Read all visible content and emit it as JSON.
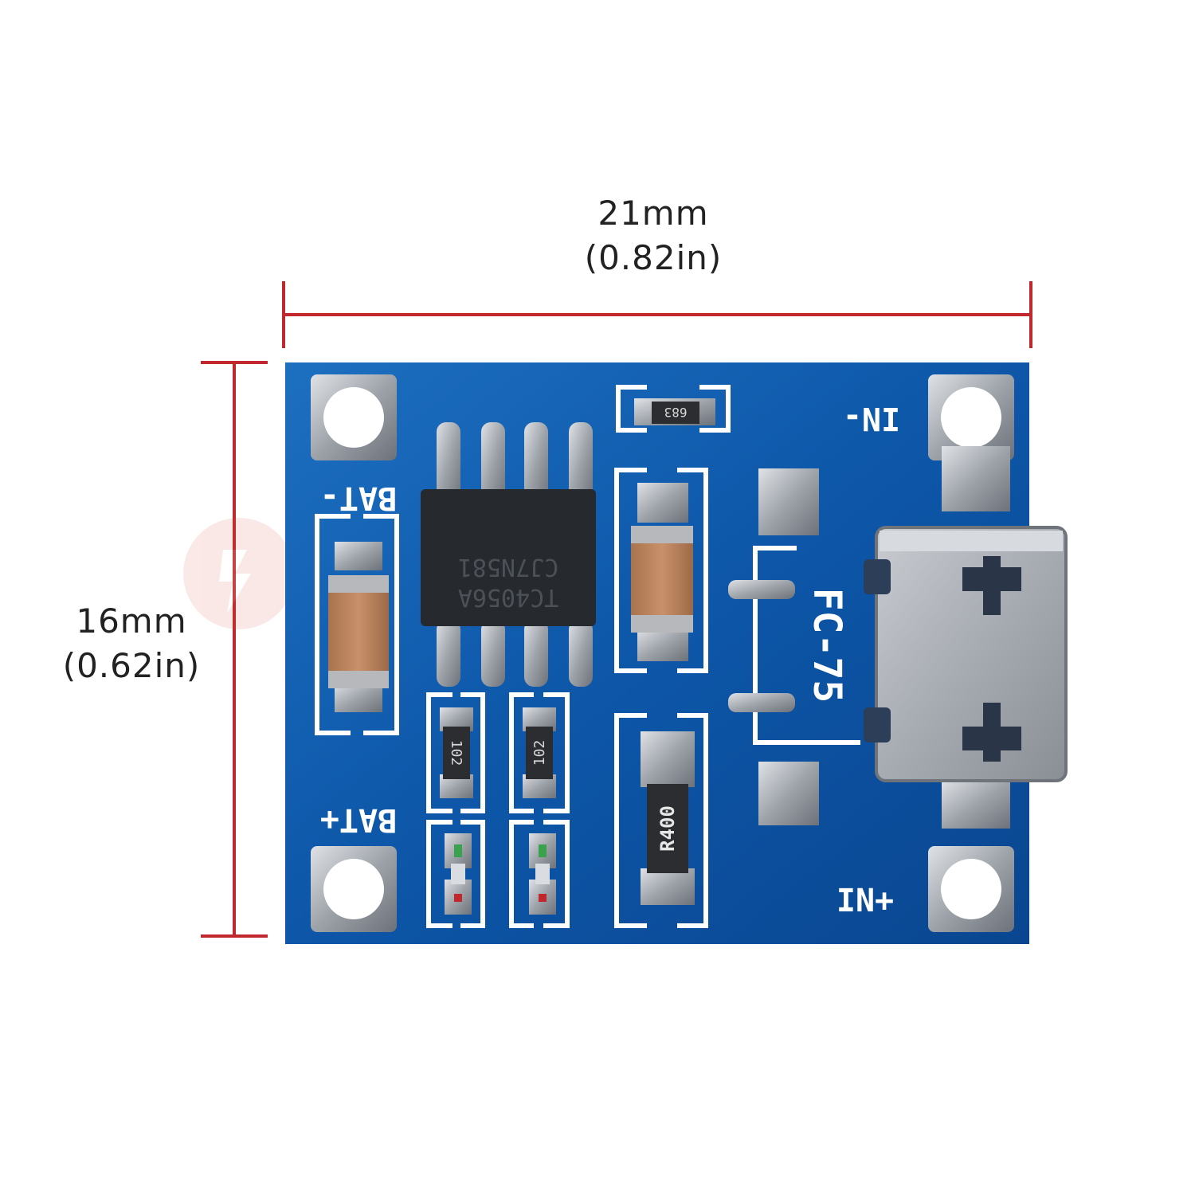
{
  "dimensions": {
    "width": {
      "mm": "21mm",
      "inch": "(0.82in)"
    },
    "height": {
      "mm": "16mm",
      "inch": "(0.62in)"
    }
  },
  "board": {
    "chip_marking": [
      "TC4056A",
      "CJ7N581"
    ],
    "silkscreen": {
      "bat_minus": "BAT-",
      "bat_plus": "BAT+",
      "in_minus": "IN-",
      "in_plus": "IN+",
      "fc75": "FC-75"
    },
    "resistor_top": "683",
    "resistor_left": "102",
    "resistor_mid": "102",
    "resistor_sense": "R400"
  },
  "colors": {
    "dimension_line": "#c0282d",
    "pcb_blue": "#0f5aa8",
    "silkscreen": "#ffffff",
    "pad_silver": "#b8bcc2"
  }
}
